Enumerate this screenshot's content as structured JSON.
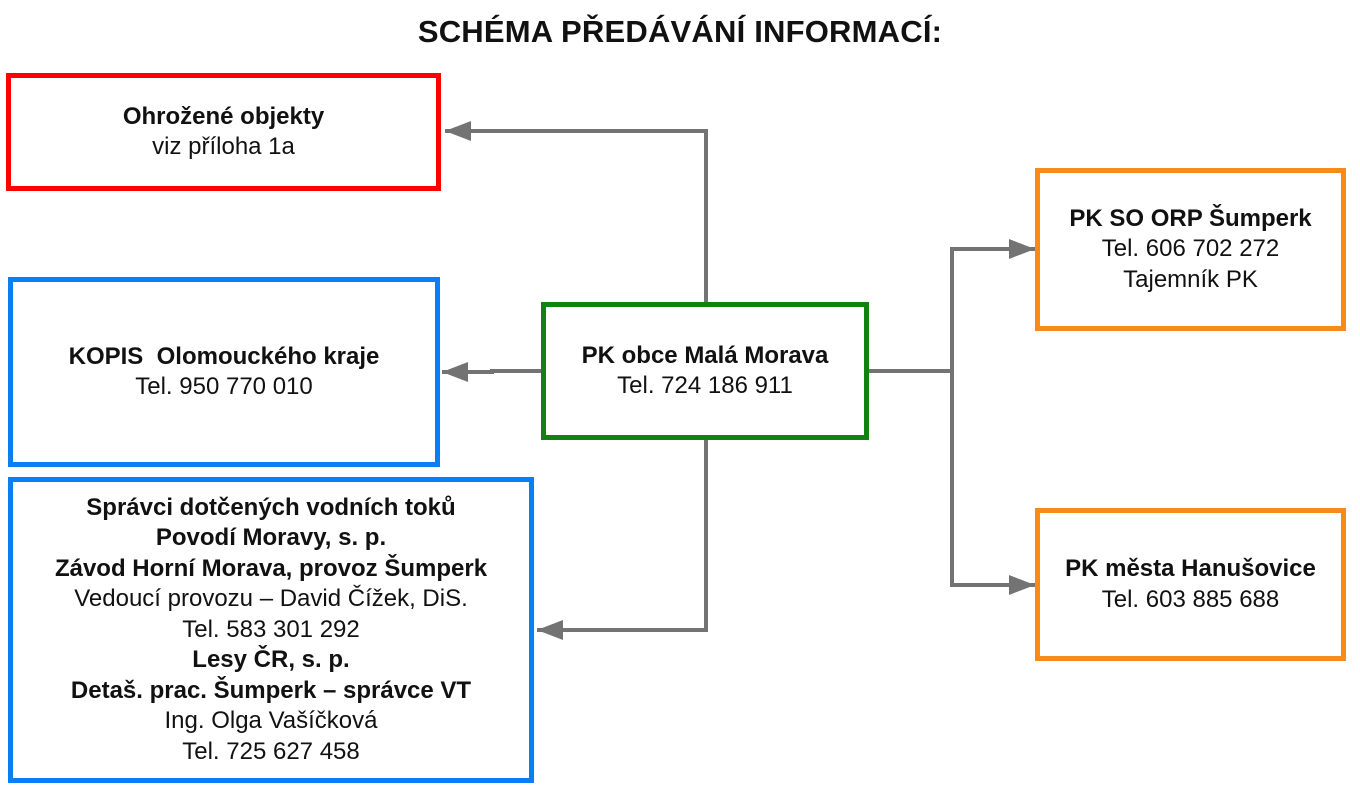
{
  "title": "SCHÉMA PŘEDÁVÁNÍ INFORMACÍ:",
  "colors": {
    "red": "#ff0000",
    "blue": "#0a7ef5",
    "green": "#118111",
    "orange": "#f88a17",
    "connector": "#737373"
  },
  "nodes": {
    "ohrozene": {
      "lines": [
        {
          "text": "Ohrožené objekty",
          "bold": true
        },
        {
          "text": "viz příloha 1a",
          "bold": false
        }
      ]
    },
    "kopis": {
      "lines": [
        {
          "text": "KOPIS  Olomouckého kraje",
          "bold": true
        },
        {
          "text": "Tel. 950 770 010",
          "bold": false
        }
      ]
    },
    "spravci": {
      "lines": [
        {
          "text": "Správci dotčených vodních toků",
          "bold": true
        },
        {
          "text": "Povodí Moravy, s. p.",
          "bold": true
        },
        {
          "text": "Závod Horní Morava, provoz Šumperk",
          "bold": true
        },
        {
          "text": "Vedoucí provozu – David Čížek, DiS.",
          "bold": false
        },
        {
          "text": "Tel. 583 301 292",
          "bold": false
        },
        {
          "text": "Lesy ČR, s. p.",
          "bold": true
        },
        {
          "text": "Detaš. prac. Šumperk – správce VT",
          "bold": true
        },
        {
          "text": "Ing. Olga Vašíčková",
          "bold": false
        },
        {
          "text": "Tel. 725 627 458",
          "bold": false
        }
      ]
    },
    "obec": {
      "lines": [
        {
          "text": "PK obce Malá Morava",
          "bold": true
        },
        {
          "text": "Tel. 724 186 911",
          "bold": false
        }
      ]
    },
    "orp": {
      "lines": [
        {
          "text": "PK SO ORP Šumperk",
          "bold": true
        },
        {
          "text": "Tel. 606 702 272",
          "bold": false
        },
        {
          "text": "Tajemník PK",
          "bold": false
        }
      ]
    },
    "hanusovice": {
      "lines": [
        {
          "text": "PK města Hanušovice",
          "bold": true
        },
        {
          "text": "Tel. 603 885 688",
          "bold": false
        }
      ]
    }
  }
}
